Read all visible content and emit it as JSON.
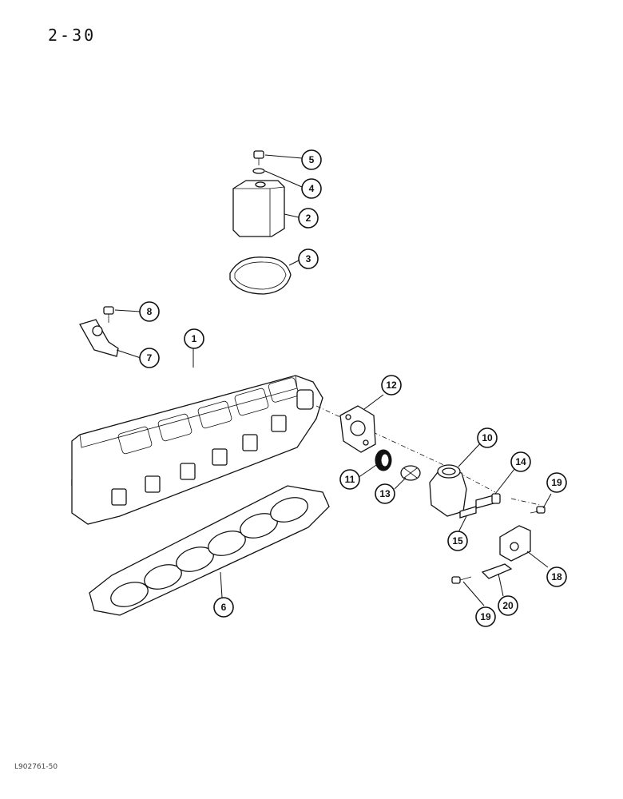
{
  "page_number": "2-30",
  "figure_code": "L902761-50",
  "callouts": [
    {
      "label": "1",
      "name": "callout-1"
    },
    {
      "label": "2",
      "name": "callout-2"
    },
    {
      "label": "3",
      "name": "callout-3"
    },
    {
      "label": "4",
      "name": "callout-4"
    },
    {
      "label": "5",
      "name": "callout-5"
    },
    {
      "label": "6",
      "name": "callout-6"
    },
    {
      "label": "7",
      "name": "callout-7"
    },
    {
      "label": "8",
      "name": "callout-8"
    },
    {
      "label": "10",
      "name": "callout-10"
    },
    {
      "label": "11",
      "name": "callout-11"
    },
    {
      "label": "12",
      "name": "callout-12"
    },
    {
      "label": "13",
      "name": "callout-13"
    },
    {
      "label": "14",
      "name": "callout-14"
    },
    {
      "label": "15",
      "name": "callout-15"
    },
    {
      "label": "18",
      "name": "callout-18"
    },
    {
      "label": "19",
      "name": "callout-19-upper"
    },
    {
      "label": "19",
      "name": "callout-19-lower"
    },
    {
      "label": "20",
      "name": "callout-20"
    }
  ]
}
